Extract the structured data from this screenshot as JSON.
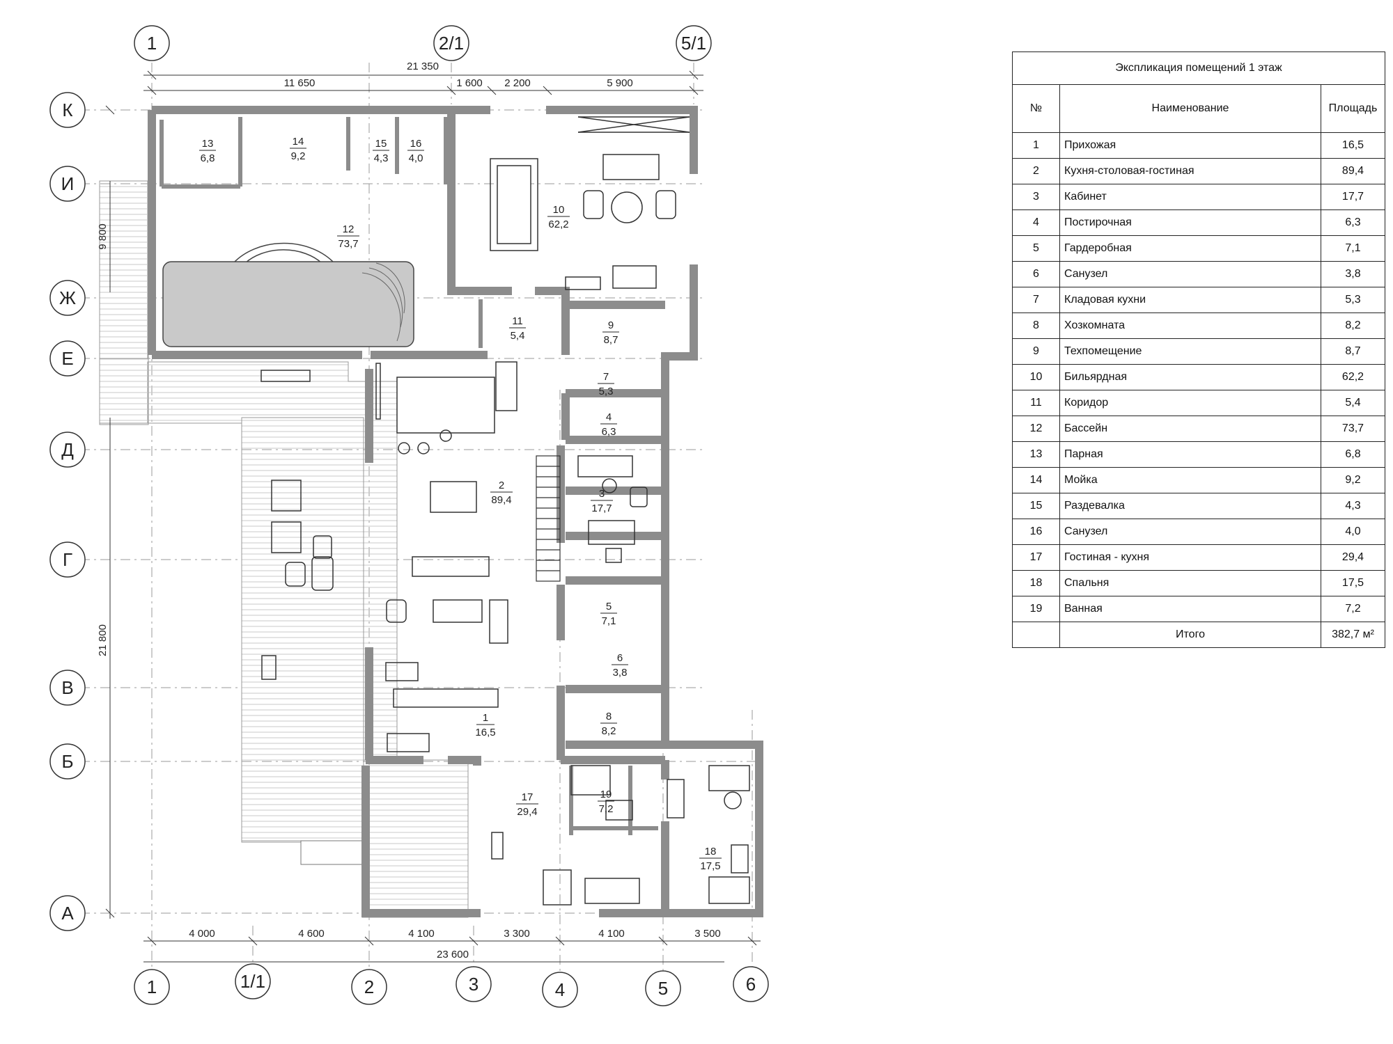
{
  "axes": {
    "top": [
      "1",
      "2/1",
      "5/1"
    ],
    "bottom": [
      "1",
      "1/1",
      "2",
      "3",
      "4",
      "5",
      "6"
    ],
    "left": [
      "К",
      "И",
      "Ж",
      "Е",
      "Д",
      "Г",
      "В",
      "Б",
      "А"
    ]
  },
  "dimensions": {
    "top_total": "21 350",
    "top_segments": [
      "11 650",
      "1 600",
      "2 200",
      "5 900"
    ],
    "bottom_segments": [
      "4 000",
      "4 600",
      "4 100",
      "3 300",
      "4 100",
      "3 500"
    ],
    "bottom_total": "23 600",
    "left_upper": "9 800",
    "left_lower": "21 800"
  },
  "rooms": [
    {
      "n": "1",
      "a": "16,5"
    },
    {
      "n": "2",
      "a": "89,4"
    },
    {
      "n": "3",
      "a": "17,7"
    },
    {
      "n": "4",
      "a": "6,3"
    },
    {
      "n": "5",
      "a": "7,1"
    },
    {
      "n": "6",
      "a": "3,8"
    },
    {
      "n": "7",
      "a": "5,3"
    },
    {
      "n": "8",
      "a": "8,2"
    },
    {
      "n": "9",
      "a": "8,7"
    },
    {
      "n": "10",
      "a": "62,2"
    },
    {
      "n": "11",
      "a": "5,4"
    },
    {
      "n": "12",
      "a": "73,7"
    },
    {
      "n": "13",
      "a": "6,8"
    },
    {
      "n": "14",
      "a": "9,2"
    },
    {
      "n": "15",
      "a": "4,3"
    },
    {
      "n": "16",
      "a": "4,0"
    },
    {
      "n": "17",
      "a": "29,4"
    },
    {
      "n": "18",
      "a": "17,5"
    },
    {
      "n": "19",
      "a": "7,2"
    }
  ],
  "explication": {
    "title": "Экспликация помещений  1 этаж",
    "col_no": "№",
    "col_name": "Наименование",
    "col_area": "Площадь",
    "rows": [
      {
        "no": "1",
        "name": "Прихожая",
        "area": "16,5"
      },
      {
        "no": "2",
        "name": "Кухня-столовая-гостиная",
        "area": "89,4"
      },
      {
        "no": "3",
        "name": "Кабинет",
        "area": "17,7"
      },
      {
        "no": "4",
        "name": "Постирочная",
        "area": "6,3"
      },
      {
        "no": "5",
        "name": "Гардеробная",
        "area": "7,1"
      },
      {
        "no": "6",
        "name": "Санузел",
        "area": "3,8"
      },
      {
        "no": "7",
        "name": "Кладовая кухни",
        "area": "5,3"
      },
      {
        "no": "8",
        "name": "Хозкомната",
        "area": "8,2"
      },
      {
        "no": "9",
        "name": "Техпомещение",
        "area": "8,7"
      },
      {
        "no": "10",
        "name": "Бильярдная",
        "area": "62,2"
      },
      {
        "no": "11",
        "name": "Коридор",
        "area": "5,4"
      },
      {
        "no": "12",
        "name": "Бассейн",
        "area": "73,7"
      },
      {
        "no": "13",
        "name": "Парная",
        "area": "6,8"
      },
      {
        "no": "14",
        "name": "Мойка",
        "area": "9,2"
      },
      {
        "no": "15",
        "name": "Раздевалка",
        "area": "4,3"
      },
      {
        "no": "16",
        "name": "Санузел",
        "area": "4,0"
      },
      {
        "no": "17",
        "name": "Гостиная - кухня",
        "area": "29,4"
      },
      {
        "no": "18",
        "name": "Спальня",
        "area": "17,5"
      },
      {
        "no": "19",
        "name": "Ванная",
        "area": "7,2"
      }
    ],
    "total_label": "Итого",
    "total_area": "382,7 м²"
  }
}
